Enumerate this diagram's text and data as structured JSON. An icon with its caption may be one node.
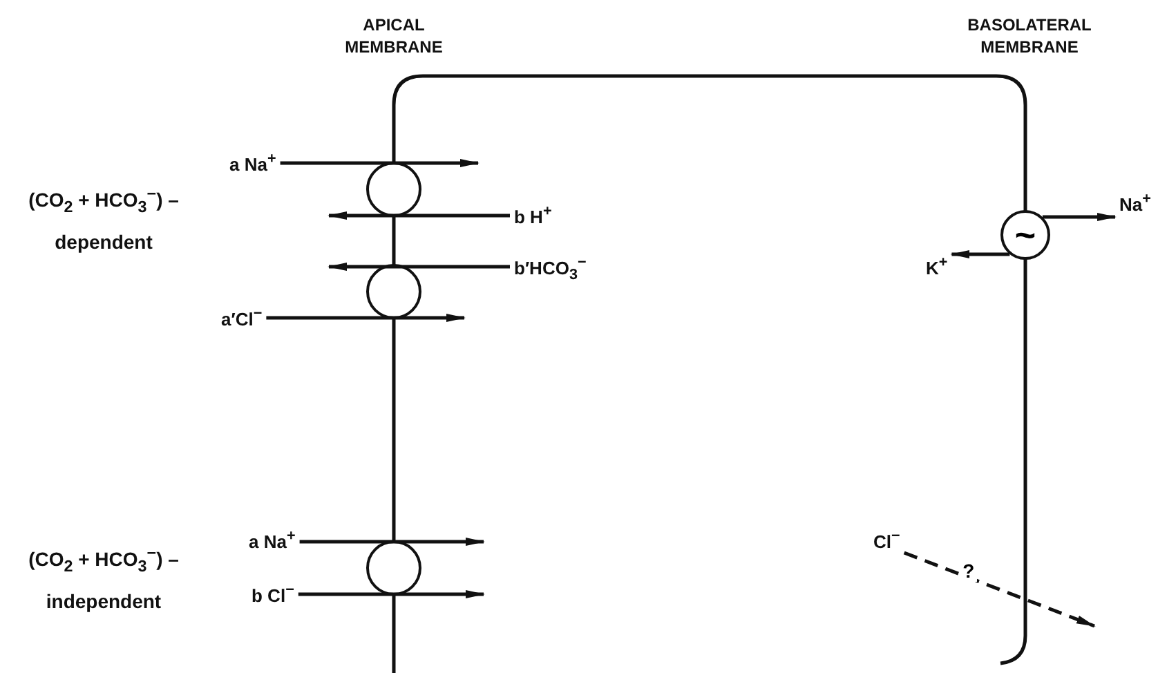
{
  "diagram": {
    "nodes": [
      {
        "text": [
          "a Na$^{+}$"
        ]
      },
      {
        "text": [
          "b H$^{+}$"
        ]
      },
      {
        "text": [
          "b′HCO$_{3}$$^{−}$"
        ]
      },
      {
        "text": [
          "a′Cl$^{−}$"
        ]
      },
      {
        "text": [
          "a Na$^{+}$"
        ]
      },
      {
        "text": [
          "b Cl$^{−}$"
        ]
      },
      {
        "text": [
          "Na$^{+}$"
        ]
      },
      {
        "text": [
          "K$^{+}$"
        ]
      },
      {
        "text": [
          "Cl$^{−}$"
        ]
      },
      {
        "text": [
          "~"
        ]
      }
    ],
    "edges": [
      {
        "from": 0,
        "to": null,
        "arrow": "to"
      },
      {
        "from": 1,
        "to": null,
        "arrow": "to"
      },
      {
        "from": 2,
        "to": null,
        "arrow": "to"
      },
      {
        "from": 3,
        "to": null,
        "arrow": "to"
      },
      {
        "from": 4,
        "to": null,
        "arrow": "to"
      },
      {
        "from": 5,
        "to": null,
        "arrow": "to"
      },
      {
        "from": 9,
        "to": 6,
        "arrow": "to"
      },
      {
        "from": 9,
        "to": 7,
        "arrow": "to"
      },
      {
        "from": 8,
        "to": null,
        "arrow": "to",
        "label": "?",
        "style": "dashed"
      }
    ],
    "labels": [
      "APICAL MEMBRANE",
      "BASOLATERAL MEMBRANE",
      "(CO$_{2}$ + HCO$_{3}$$^{−}$) – dependent",
      "(CO$_{2}$ + HCO$_{3}$$^{−}$) – independent"
    ]
  }
}
